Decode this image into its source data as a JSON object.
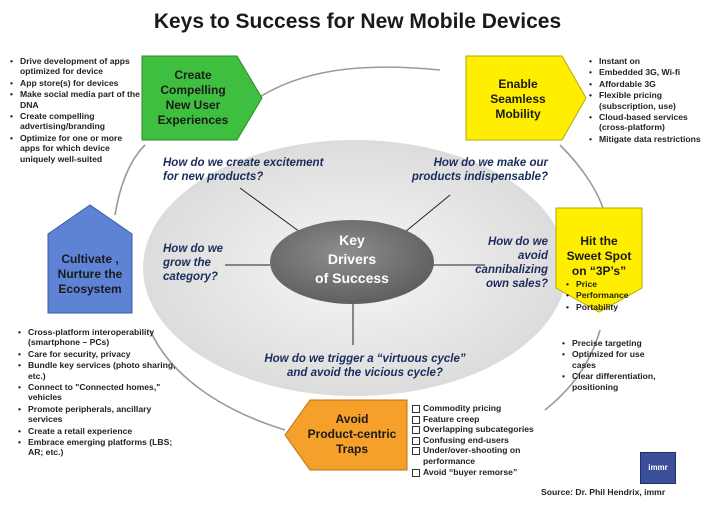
{
  "title": "Keys to Success for New Mobile  Devices",
  "center": {
    "lines": [
      "Key",
      "Drivers",
      "of Success"
    ]
  },
  "questions": {
    "excitement": [
      "How do we create excitement",
      "for new products?"
    ],
    "indispensable": [
      "How do we make our",
      "products indispensable?"
    ],
    "grow": [
      "How do we",
      "grow the",
      "category?"
    ],
    "cannibalize": [
      "How do we",
      "avoid",
      "cannibalizing",
      "own sales?"
    ],
    "virtuous": [
      "How do we trigger a “virtuous cycle”",
      "and avoid the vicious cycle?"
    ]
  },
  "shapes": {
    "compelling": {
      "lines": [
        "Create",
        "Compelling",
        "New User",
        "Experiences"
      ],
      "color": "#3fbf3f"
    },
    "seamless": {
      "lines": [
        "Enable",
        "Seamless",
        "Mobility"
      ],
      "color": "#ffee00"
    },
    "sweet_spot": {
      "lines": [
        "Hit the",
        "Sweet Spot",
        "on “3P’s”"
      ],
      "color": "#ffee00",
      "items": [
        "Price",
        "Performance",
        "Portability"
      ]
    },
    "ecosystem": {
      "lines": [
        "Cultivate ,",
        "Nurture the",
        "Ecosystem"
      ],
      "color": "#5e82d4"
    },
    "traps": {
      "lines": [
        "Avoid",
        "Product-centric",
        "Traps"
      ],
      "color": "#f5a02a"
    }
  },
  "lists": {
    "top_left": [
      "Drive development of apps optimized for device",
      "App store(s) for devices",
      "Make social media part of the DNA",
      "Create compelling advertising/branding",
      "Optimize for one or more apps for which device uniquely well-suited"
    ],
    "top_right": [
      "Instant on",
      "Embedded 3G, Wi-fi",
      "Affordable 3G",
      "Flexible pricing (subscription, use)",
      "Cloud-based services (cross-platform)",
      "Mitigate data restrictions"
    ],
    "bottom_left": [
      "Cross-platform interoperability (smartphone – PCs)",
      "Care for security, privacy",
      "Bundle key services (photo sharing, etc.)",
      "Connect to \"Connected homes,\" vehicles",
      "Promote peripherals, ancillary services",
      "Create a retail experience",
      "Embrace emerging platforms (LBS; AR; etc.)"
    ],
    "right_middle": [
      "Precise targeting",
      "Optimized for use cases",
      "Clear differentiation, positioning"
    ],
    "traps": [
      "Commodity pricing",
      "Feature creep",
      "Overlapping subcategories",
      "Confusing end-users",
      "Under/over-shooting on performance",
      "Avoid  “buyer remorse”"
    ]
  },
  "source": "Source: Dr. Phil Hendrix, immr",
  "logo": "immr"
}
